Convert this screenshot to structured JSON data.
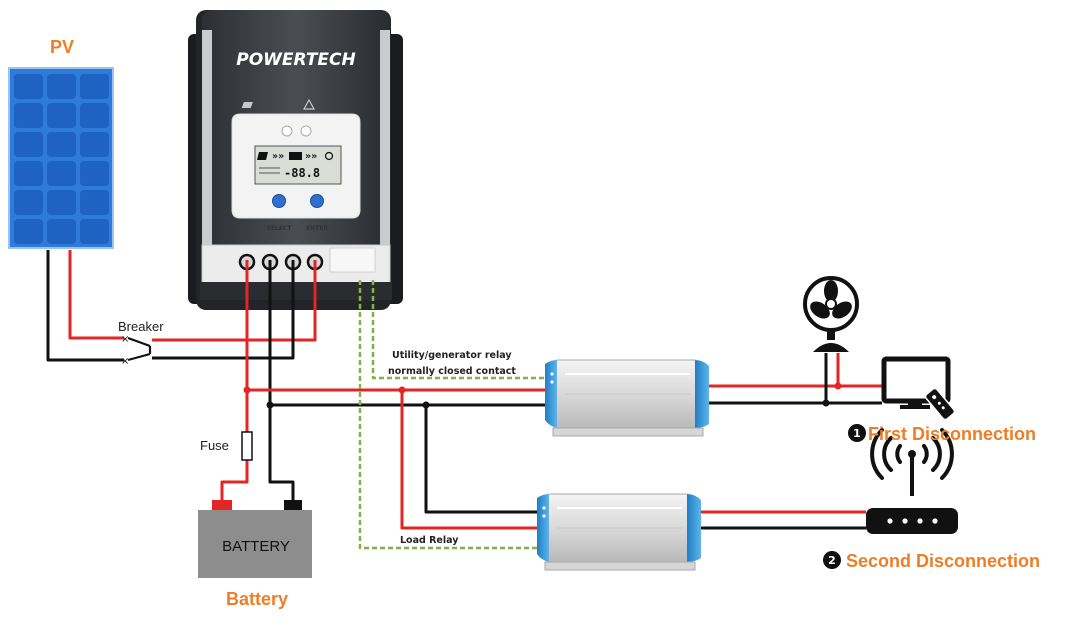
{
  "labels": {
    "pv": "PV",
    "brand": "POWERTECH",
    "select_button": "SELECT",
    "enter_button": "ENTER",
    "lcd_readout": "-88.8",
    "breaker": "Breaker",
    "fuse": "Fuse",
    "battery_box": "BATTERY",
    "battery_caption": "Battery",
    "relay_line1": "Utility/generator relay",
    "relay_line2": "normally closed contact",
    "load_relay": "Load Relay",
    "first_number": "1",
    "first_disconnection": "First Disconnection",
    "second_number": "2",
    "second_disconnection": "Second Disconnection"
  },
  "colors": {
    "accent_orange": "#ee7d26",
    "wire_red": "#e32526",
    "wire_black": "#111111",
    "signal_green": "#86b04a",
    "panel_blue": "#2f7bd9",
    "inverter_blue": "#3b98d6"
  },
  "icons": [
    "fan-icon",
    "tv-icon",
    "remote-icon",
    "wifi-router-icon",
    "solar-panel-icon"
  ]
}
